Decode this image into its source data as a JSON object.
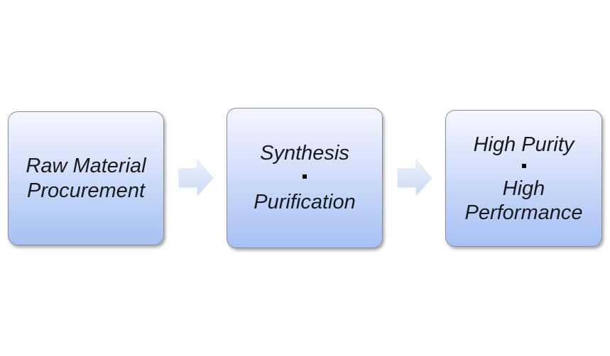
{
  "flow": {
    "steps": [
      {
        "lines": [
          "Raw Material",
          "Procurement"
        ]
      },
      {
        "lines": [
          "Synthesis",
          "Purification"
        ]
      },
      {
        "lines": [
          "High Purity",
          "High",
          "Performance"
        ]
      }
    ]
  },
  "colors": {
    "box_top": "#f4f7fe",
    "box_bottom": "#a6c1f4",
    "box_border": "#8a8f98",
    "arrow_fill": "#d6e1f7",
    "text": "#1a1a1a"
  },
  "icons": {
    "arrow": "right-arrow-icon",
    "separator": "square-bullet-icon"
  }
}
